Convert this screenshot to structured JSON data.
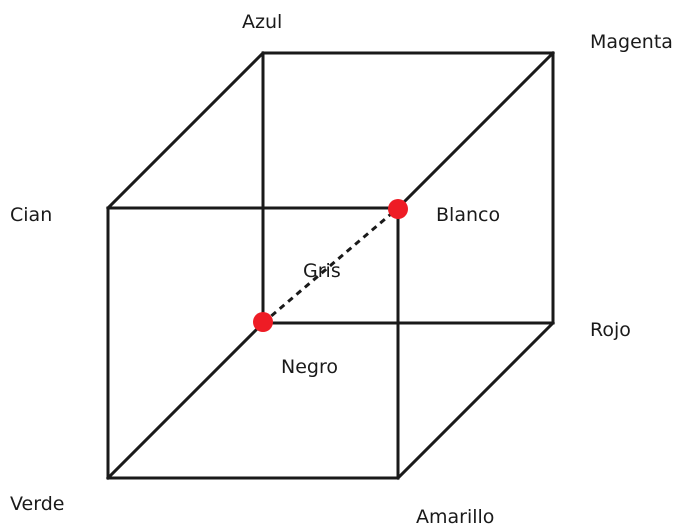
{
  "diagram": {
    "labels": {
      "azul": "Azul",
      "magenta": "Magenta",
      "cian": "Cian",
      "blanco": "Blanco",
      "gris": "Gris",
      "rojo": "Rojo",
      "negro": "Negro",
      "verde": "Verde",
      "amarillo": "Amarillo"
    },
    "colors": {
      "lines": "#1a1a1a",
      "points": "#ee1c25",
      "background": "#ffffff"
    }
  }
}
